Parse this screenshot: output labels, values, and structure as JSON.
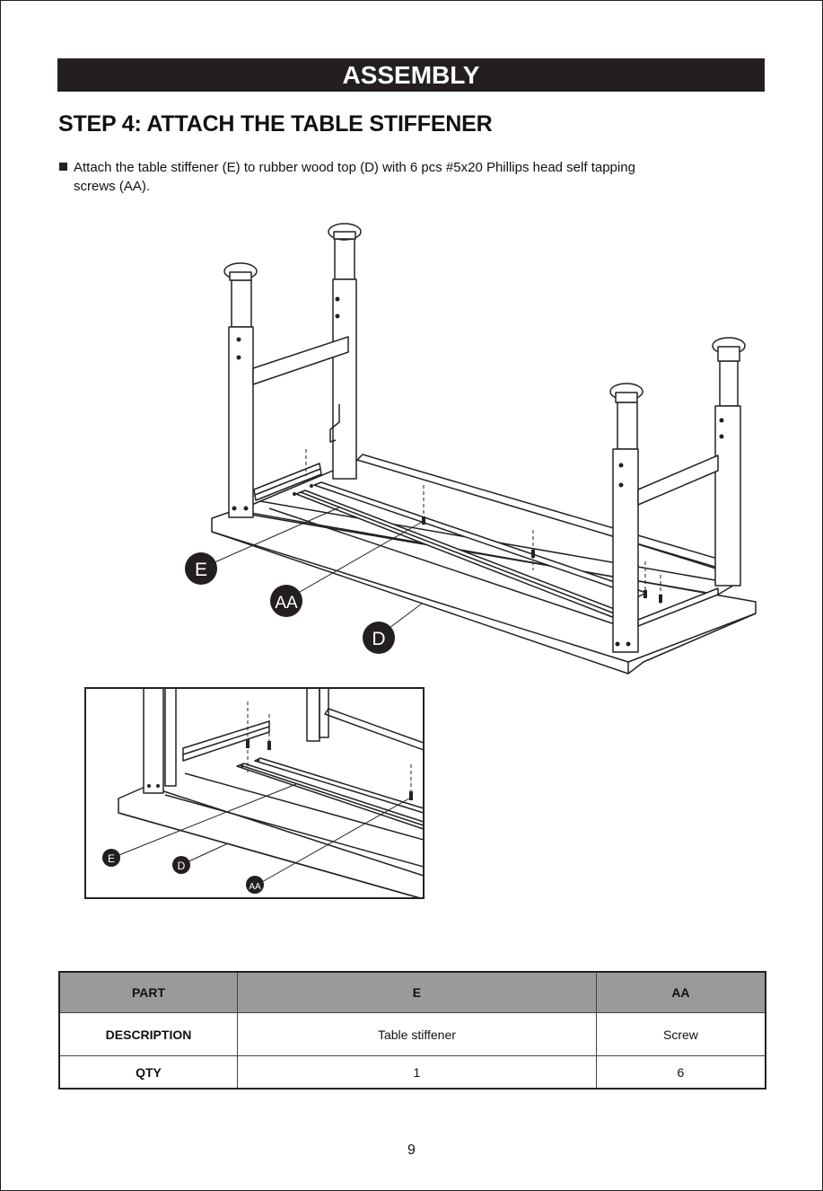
{
  "header": {
    "banner": "ASSEMBLY"
  },
  "step": {
    "title": "STEP 4: ATTACH THE TABLE STIFFENER",
    "instruction": "Attach the table stiffener (E) to rubber wood top (D) with 6 pcs #5x20 Phillips head self tapping screws (AA)."
  },
  "diagram": {
    "callouts": {
      "e": "E",
      "aa": "AA",
      "d": "D"
    },
    "inset_callouts": {
      "e": "E",
      "d": "D",
      "aa": "AA"
    }
  },
  "parts_table": {
    "header": [
      "PART",
      "E",
      "AA"
    ],
    "rows": [
      [
        "DESCRIPTION",
        "Table stiffener",
        "Screw"
      ],
      [
        "QTY",
        "1",
        "6"
      ]
    ]
  },
  "page_number": "9"
}
